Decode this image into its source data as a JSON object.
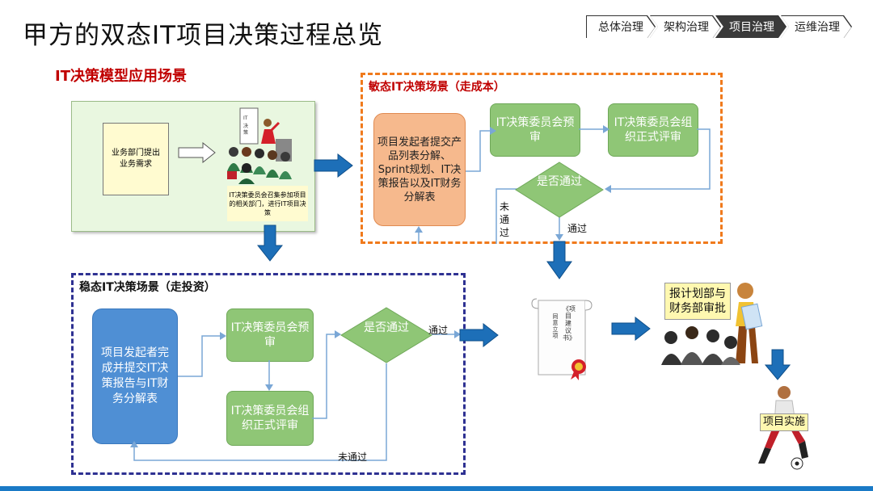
{
  "header": {
    "title": "甲方的双态IT项目决策过程总览",
    "breadcrumbs": [
      "总体治理",
      "架构治理",
      "项目治理",
      "运维治理"
    ],
    "active_breadcrumb": 2
  },
  "scenario": {
    "title": "IT决策模型应用场景",
    "dept_box": "业务部门提出业务需求",
    "sign_text": "IT决策",
    "caption": "IT决策委员会召集参加项目的相关部门，进行IT项目决策"
  },
  "agile": {
    "title": "敏态IT决策场景（走成本）",
    "initiator": "项目发起者提交产品列表分解、Sprint规划、IT决策报告以及IT财务分解表",
    "prereview": "IT决策委员会预审",
    "formal_review": "IT决策委员会组织正式评审",
    "decision": "是否通过",
    "fail_label": "未通过",
    "pass_label": "通过"
  },
  "stable": {
    "title": "稳态IT决策场景（走投资）",
    "initiator": "项目发起者完成并提交IT决策报告与IT财务分解表",
    "prereview": "IT决策委员会预审",
    "formal_review": "IT决策委员会组织正式评审",
    "decision": "是否通过",
    "pass_label": "通过",
    "fail_label": "未通过"
  },
  "scroll": {
    "title": "《项目建议书》",
    "subtitle": "同意立项"
  },
  "approval": "报计划部与财务部审批",
  "implementation": "项目实施",
  "colors": {
    "orange_border": "#f07a1c",
    "navy_border": "#2e3192",
    "green_box": "#8fc676",
    "initiator_orange": "#f6b98d",
    "initiator_blue": "#4f8fd4",
    "arrow_blue": "#1d6fb8",
    "title_red": "#c00000",
    "scene_bg": "#e9f7e0"
  }
}
